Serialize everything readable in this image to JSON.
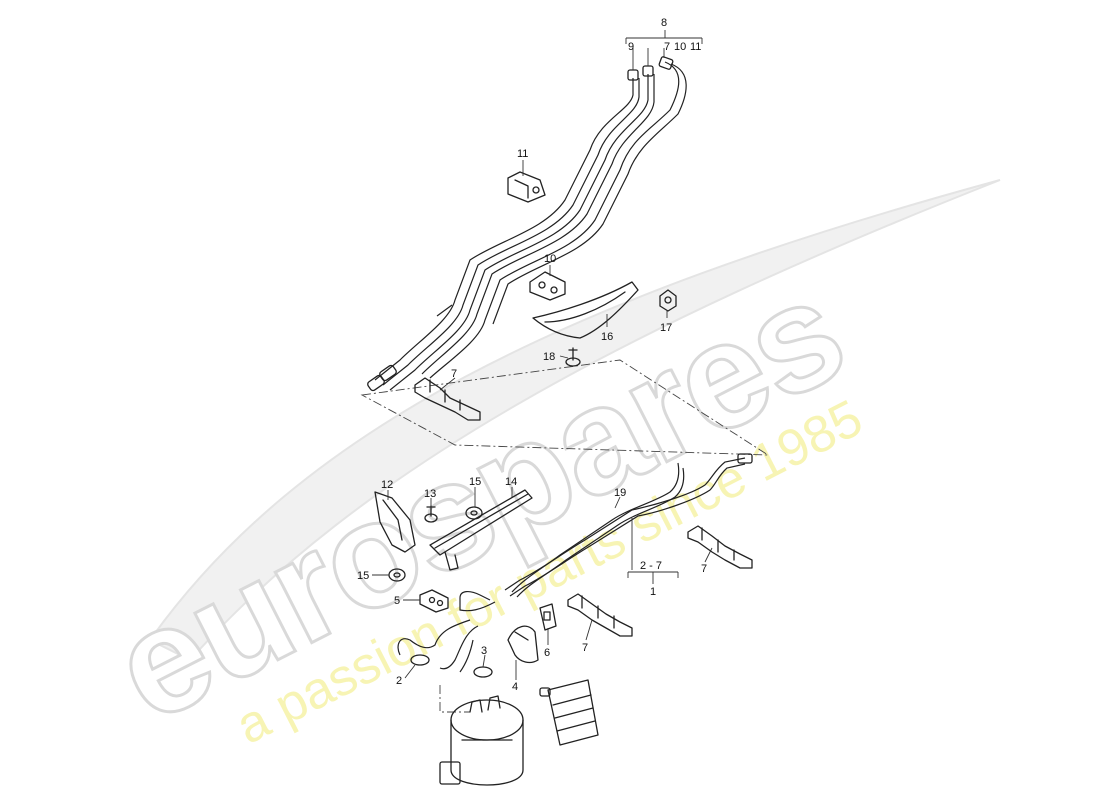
{
  "watermark": {
    "brand": "eurospares",
    "slogan": "a passion for parts since 1985"
  },
  "callouts": {
    "c8": "8",
    "c9": "9",
    "c7top": "7",
    "c10top": "10",
    "c11top": "11",
    "c11": "11",
    "c10": "10",
    "c16": "16",
    "c17": "17",
    "c18": "18",
    "c7a": "7",
    "c12": "12",
    "c13": "13",
    "c15a": "15",
    "c14": "14",
    "c19": "19",
    "c15b": "15",
    "c5": "5",
    "c2range": "2 - 7",
    "c1": "1",
    "c7b": "7",
    "c7c": "7",
    "c6": "6",
    "c4": "4",
    "c3": "3",
    "c2": "2"
  }
}
